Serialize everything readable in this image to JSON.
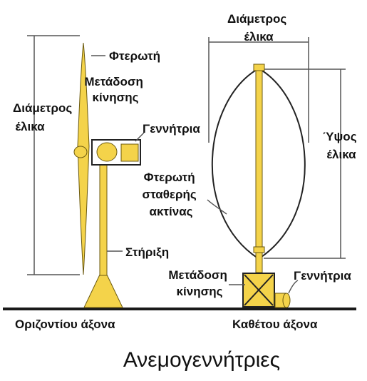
{
  "title": "Ανεμογεννήτριες",
  "horizontal": {
    "caption": "Οριζοντίου άξονα",
    "labels": {
      "rotor": "Φτερωτή",
      "transmission": [
        "Μετάδοση",
        "κίνησης"
      ],
      "generator": "Γεννήτρια",
      "diameter": [
        "Διάμετρος",
        "έλικα"
      ],
      "support": "Στήριξη"
    }
  },
  "vertical": {
    "caption": "Καθέτου άξονα",
    "labels": {
      "diameter": [
        "Διάμετρος",
        "έλικα"
      ],
      "height": [
        "Ύψος",
        "έλικα"
      ],
      "rotor": [
        "Φτερωτή",
        "σταθερής",
        "ακτίνας"
      ],
      "transmission": [
        "Μετάδοση",
        "κίνησης"
      ],
      "generator": "Γεννήτρια"
    }
  },
  "colors": {
    "background": "#ffffff",
    "turbine_fill": "#f4d34a",
    "outline": "#222222",
    "ground": "#1a1a1a",
    "dimension_line": "#555555"
  }
}
